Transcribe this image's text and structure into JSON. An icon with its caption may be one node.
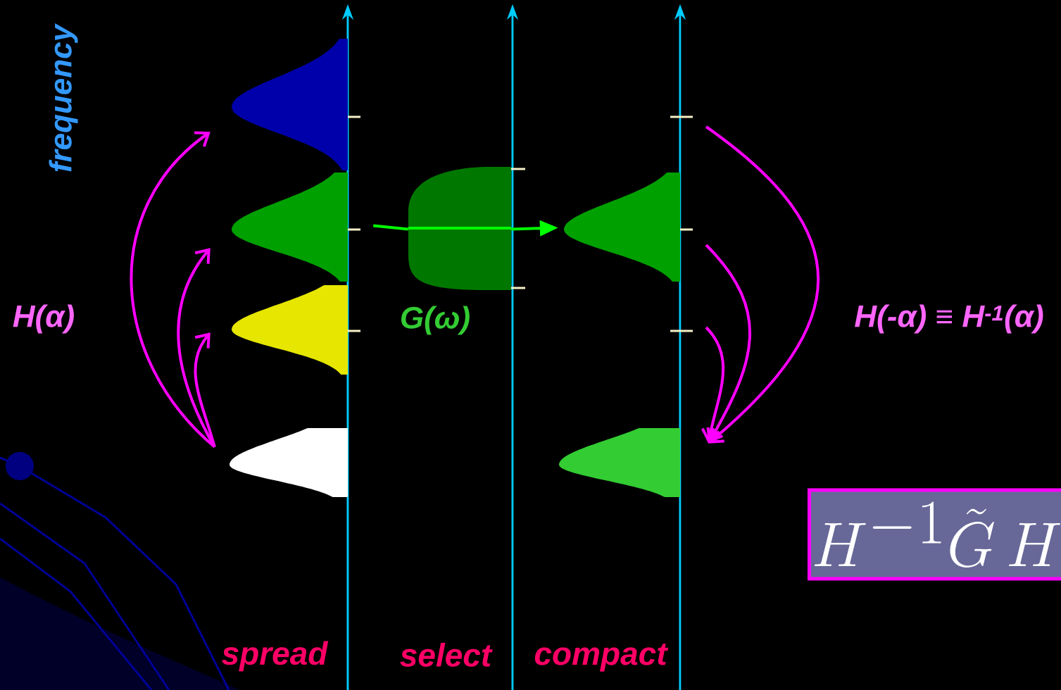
{
  "diagram": {
    "nodes": [
      {
        "text": [],
        "shape": "peak"
      },
      {
        "text": [],
        "shape": "peak"
      },
      {
        "text": [],
        "shape": "peak"
      },
      {
        "text": [],
        "shape": "peak"
      },
      {
        "text": [],
        "shape": "box"
      },
      {
        "text": [],
        "shape": "peak"
      },
      {
        "text": [],
        "shape": "peak"
      },
      {
        "text": [
          "H^{-1}\\tilde{G}\\,H"
        ]
      }
    ],
    "edges": [
      {
        "from": 3,
        "to": 0,
        "arrow": "to"
      },
      {
        "from": 3,
        "to": 1,
        "arrow": "to"
      },
      {
        "from": 3,
        "to": 2,
        "arrow": "to"
      },
      {
        "from": 1,
        "to": 4,
        "arrow": "none",
        "color": "#00ff00"
      },
      {
        "from": 4,
        "to": 5,
        "arrow": "to",
        "color": "#00ff00"
      },
      {
        "from": null,
        "to": 6,
        "arrow": "to"
      },
      {
        "from": null,
        "to": 6,
        "arrow": "to"
      },
      {
        "from": null,
        "to": 6,
        "arrow": "to"
      }
    ],
    "labels": [
      "frequency",
      "H(α)",
      "G(ω)",
      "H(-α) ≡ H$^{-1}$(α)",
      "spread",
      "select",
      "compact"
    ]
  }
}
